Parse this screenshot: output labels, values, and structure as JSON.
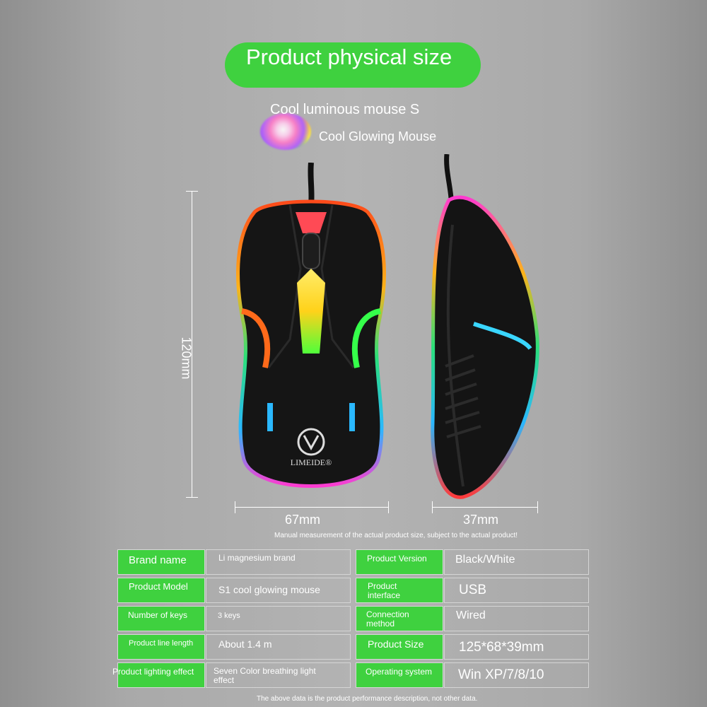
{
  "header": {
    "title": "Product physical size",
    "subtitle": "Cool luminous mouse S",
    "subtitle2": "Cool Glowing Mouse"
  },
  "dimensions": {
    "height": "120mm",
    "width": "67mm",
    "depth": "37mm",
    "note": "Manual measurement of the actual product size, subject to the actual product!"
  },
  "logo": {
    "brand_text": "LIMEIDE®"
  },
  "specs": {
    "left": [
      {
        "label": "Brand name",
        "value": "Li magnesium brand"
      },
      {
        "label": "Product Model",
        "value": "S1 cool glowing mouse"
      },
      {
        "label": "Number of keys",
        "value": "3 keys"
      },
      {
        "label": "Product line length",
        "value": "About 1.4 m"
      },
      {
        "label": "Product lighting effect",
        "value": "Seven Color breathing light effect"
      }
    ],
    "right": [
      {
        "label": "Product Version",
        "value": "Black/White"
      },
      {
        "label": "Product interface",
        "value": "USB"
      },
      {
        "label": "Connection method",
        "value": "Wired"
      },
      {
        "label": "Product Size",
        "value": "125*68*39mm"
      },
      {
        "label": "Operating system",
        "value": "Win XP/7/8/10"
      }
    ]
  },
  "footer": {
    "note": "The above data is the product performance description, not other data."
  },
  "colors": {
    "accent": "#3fd13f",
    "background": "#b3b3b3"
  }
}
